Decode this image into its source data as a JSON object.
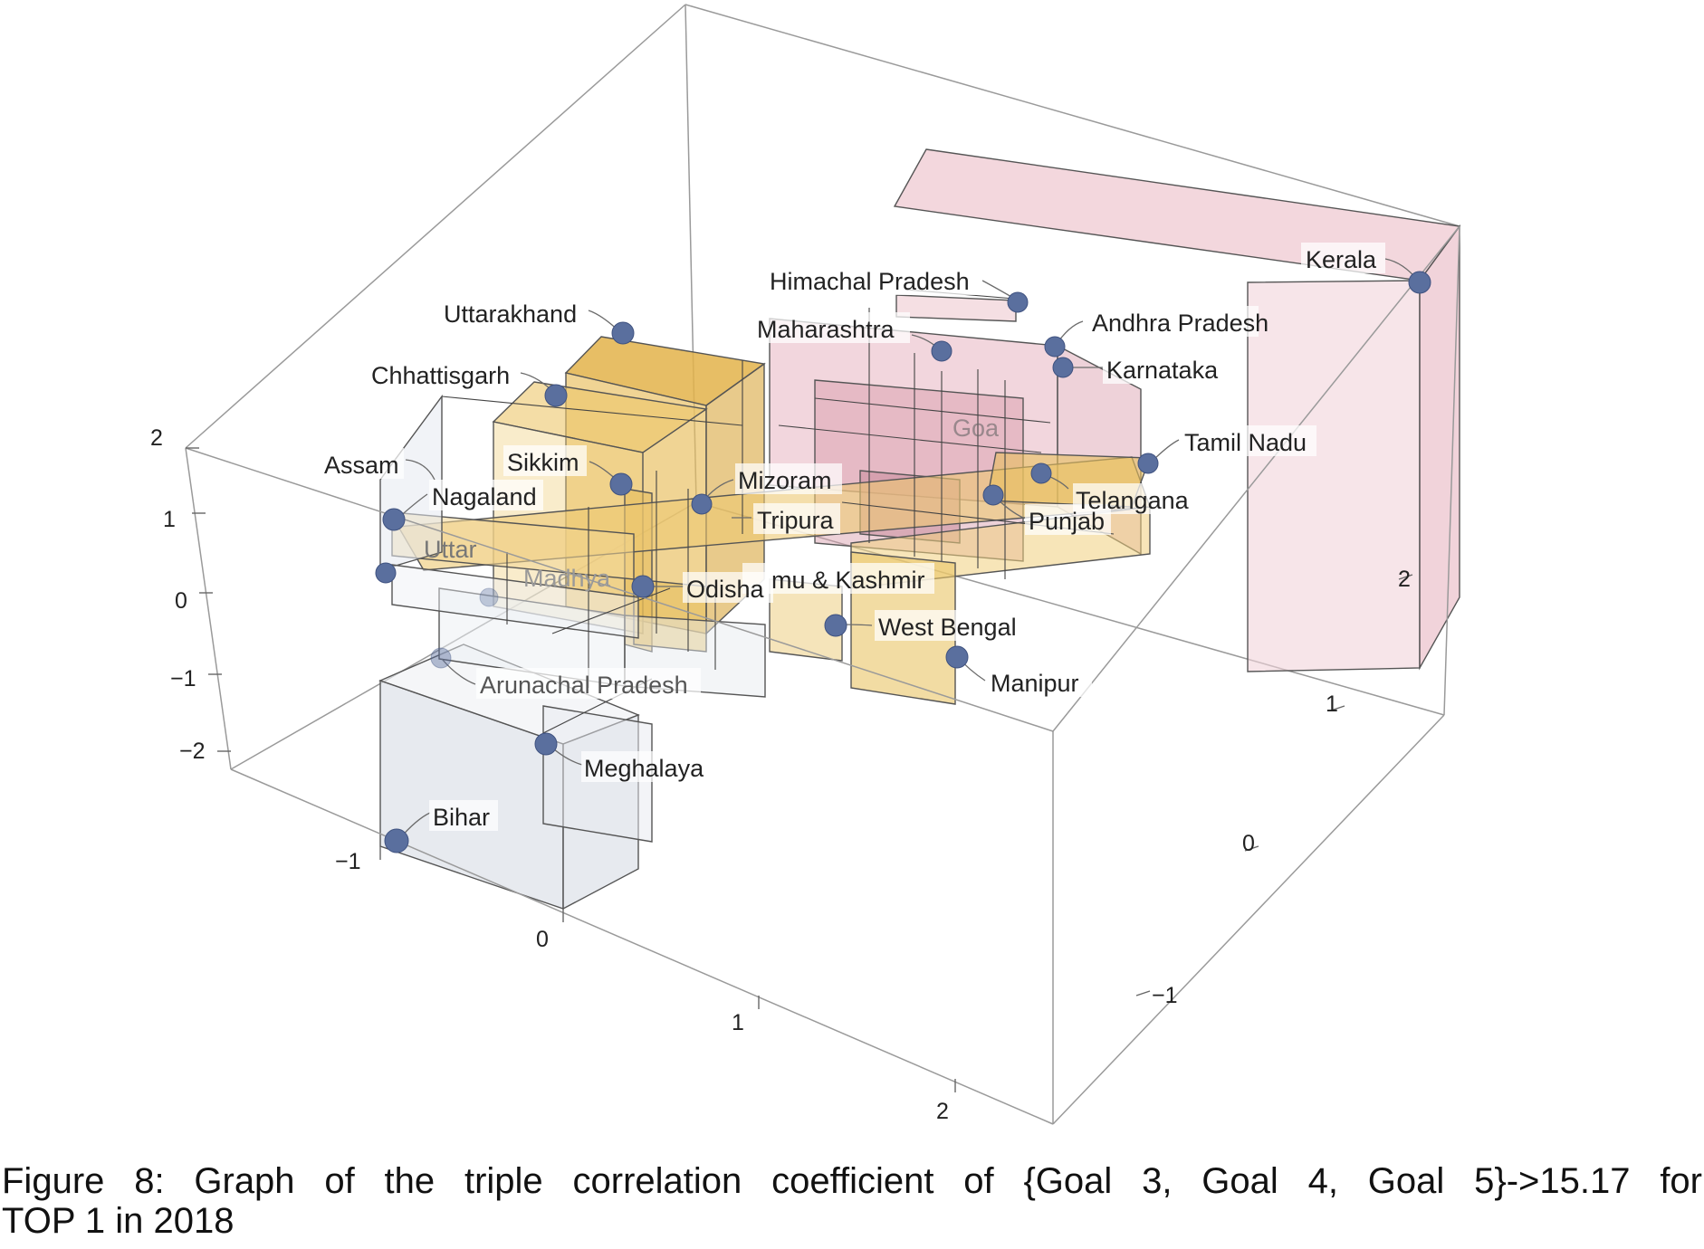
{
  "chart_data": {
    "type": "scatter3d",
    "title": "",
    "xlabel": "",
    "ylabel": "",
    "zlabel": "",
    "xlim": [
      -1.7,
      2.7
    ],
    "ylim": [
      -1.9,
      2.3
    ],
    "zlim": [
      -2.5,
      2.2
    ],
    "x_ticks": [
      "-1",
      "0",
      "1",
      "2"
    ],
    "y_ticks": [
      "-1",
      "0",
      "1",
      "2"
    ],
    "z_ticks": [
      "-2",
      "-1",
      "0",
      "1",
      "2"
    ],
    "grid": false,
    "box_style": "cuboid bars from reference plane to each point; pink above, gold near middle, light grey below",
    "points": [
      {
        "name": "Kerala",
        "x": 2.1,
        "y": 2.3,
        "z": 1.9
      },
      {
        "name": "Himachal Pradesh",
        "x": 0.9,
        "y": 1.6,
        "z": 1.7
      },
      {
        "name": "Andhra Pradesh",
        "x": 1.2,
        "y": 1.4,
        "z": 1.2
      },
      {
        "name": "Karnataka",
        "x": 1.2,
        "y": 1.25,
        "z": 1.2
      },
      {
        "name": "Maharashtra",
        "x": 0.5,
        "y": 1.5,
        "z": 1.1
      },
      {
        "name": "Tamil Nadu",
        "x": 1.8,
        "y": 0.6,
        "z": 1.1
      },
      {
        "name": "Telangana",
        "x": 1.3,
        "y": 0.7,
        "z": 1.1
      },
      {
        "name": "Punjab",
        "x": 1.0,
        "y": 0.8,
        "z": 0.9
      },
      {
        "name": "Goa",
        "x": 0.7,
        "y": 1.2,
        "z": 1.4
      },
      {
        "name": "Uttarakhand",
        "x": -0.9,
        "y": 1.6,
        "z": 2.0
      },
      {
        "name": "Chhattisgarh",
        "x": -1.2,
        "y": 1.45,
        "z": 1.65
      },
      {
        "name": "Sikkim",
        "x": -0.5,
        "y": 0.9,
        "z": 1.35
      },
      {
        "name": "Mizoram",
        "x": 0.0,
        "y": 0.9,
        "z": 1.0
      },
      {
        "name": "Tripura",
        "x": 0.1,
        "y": 0.75,
        "z": 0.7
      },
      {
        "name": "Assam",
        "x": -1.5,
        "y": 0.7,
        "z": 1.35
      },
      {
        "name": "Nagaland",
        "x": -1.4,
        "y": 0.7,
        "z": 0.9
      },
      {
        "name": "Uttar Pradesh",
        "x": -1.5,
        "y": 0.5,
        "z": 0.4
      },
      {
        "name": "Madhya Pradesh",
        "x": -1.1,
        "y": 0.3,
        "z": 0.2
      },
      {
        "name": "Jammu & Kashmir",
        "x": 0.4,
        "y": 0.3,
        "z": 0.2
      },
      {
        "name": "Odisha",
        "x": -0.2,
        "y": 0.25,
        "z": 0.3
      },
      {
        "name": "West Bengal",
        "x": 0.6,
        "y": 0.0,
        "z": 0.1
      },
      {
        "name": "Manipur",
        "x": 1.0,
        "y": -0.2,
        "z": 0.2
      },
      {
        "name": "Arunachal Pradesh",
        "x": -0.9,
        "y": -0.2,
        "z": -0.3
      },
      {
        "name": "Meghalaya",
        "x": -0.3,
        "y": -0.4,
        "z": -1.2
      },
      {
        "name": "Bihar",
        "x": -0.6,
        "y": -1.0,
        "z": -2.3
      }
    ]
  },
  "labels": {
    "kerala": "Kerala",
    "himachal": "Himachal Pradesh",
    "andhra": "Andhra Pradesh",
    "karnataka": "Karnataka",
    "maharashtra": "Maharashtra",
    "tamil": "Tamil Nadu",
    "telangana": "Telangana",
    "punjab": "Punjab",
    "goa": "Goa",
    "uttarakhand": "Uttarakhand",
    "chhattisgarh": "Chhattisgarh",
    "sikkim": "Sikkim",
    "mizoram": "Mizoram",
    "tripura": "Tripura",
    "assam": "Assam",
    "nagaland": "Nagaland",
    "uttar": "Uttar",
    "madhya": "Madhya",
    "jk": "mu & Kashmir",
    "odisha": "Odisha",
    "westbengal": "West Bengal",
    "manipur": "Manipur",
    "arunachal": "Arunachal Pradesh",
    "meghalaya": "Meghalaya",
    "bihar": "Bihar"
  },
  "ticks": {
    "z2": "2",
    "z1": "1",
    "z0": "0",
    "zm1": "−1",
    "zm2": "−2",
    "xm1": "−1",
    "x0": "0",
    "x1": "1",
    "x2": "2",
    "ym1": "−1",
    "y0": "0",
    "y1": "1",
    "y2": "2"
  },
  "caption": {
    "line1": "Figure 8: Graph of the triple correlation coefficient of {Goal 3, Goal 4, Goal 5}->15.17 for",
    "line2": "TOP 1 in 2018"
  },
  "colors": {
    "point": "#5a6f9e",
    "bar_high": "#e8b8c4",
    "bar_mid": "#e6b94a",
    "bar_low": "#d6dce6",
    "frame": "#8a8a8a"
  }
}
